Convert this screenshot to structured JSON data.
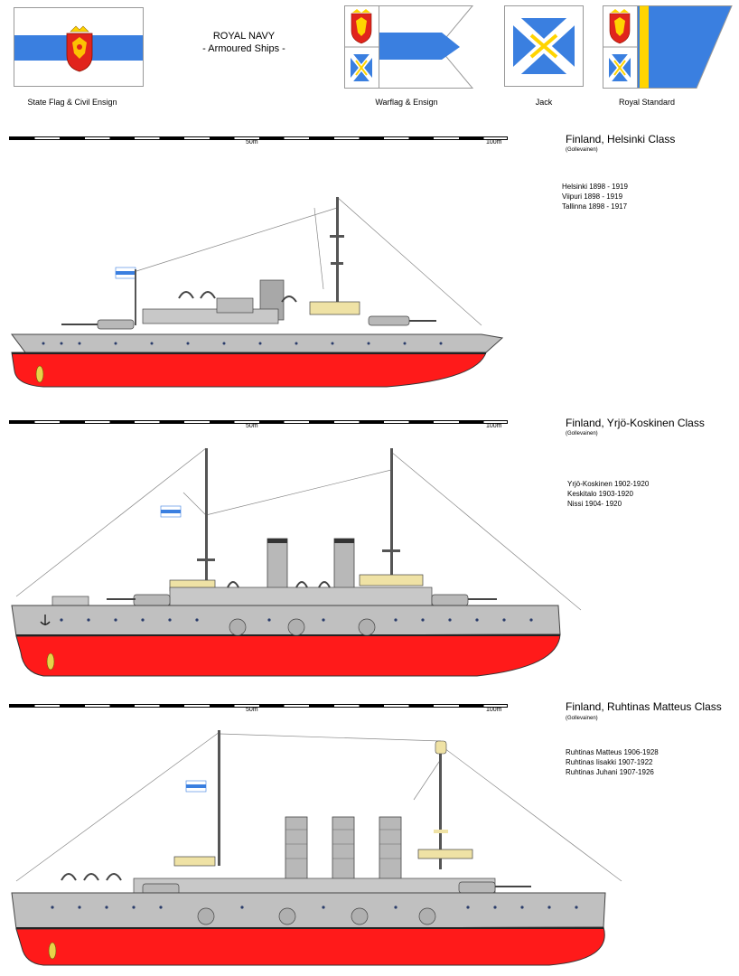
{
  "header": {
    "title_line1": "ROYAL NAVY",
    "title_line2": "- Armoured Ships -"
  },
  "flags": [
    {
      "caption": "State Flag & Civil Ensign"
    },
    {
      "caption": "Warflag & Ensign"
    },
    {
      "caption": "Jack"
    },
    {
      "caption": "Royal Standard"
    }
  ],
  "colors": {
    "flag_blue": "#3a7fe0",
    "hull_grey": "#c0c0c0",
    "hull_red": "#ff1a1a",
    "deck_buff": "#efe2a5",
    "cross_yellow": "#ffd400",
    "coat_red": "#e1241c"
  },
  "scale": {
    "mid_label": "50m",
    "end_label": "100m"
  },
  "ships": [
    {
      "class_name": "Finland, Helsinki Class",
      "builder": "(Gollevainen)",
      "names": [
        "Helsinki 1898 - 1919",
        "Viipuri 1898 - 1919",
        "Tallinna 1898 - 1917"
      ]
    },
    {
      "class_name": "Finland, Yrjö-Koskinen Class",
      "builder": "(Gollevainen)",
      "names": [
        "Yrjö-Koskinen 1902-1920",
        "Keskitalo 1903-1920",
        "Nissi 1904- 1920"
      ]
    },
    {
      "class_name": "Finland, Ruhtinas Matteus Class",
      "builder": "(Gollevainen)",
      "names": [
        "Ruhtinas Matteus 1906-1928",
        "Ruhtinas Iisakki 1907-1922",
        "Ruhtinas Juhani 1907-1926"
      ]
    }
  ]
}
